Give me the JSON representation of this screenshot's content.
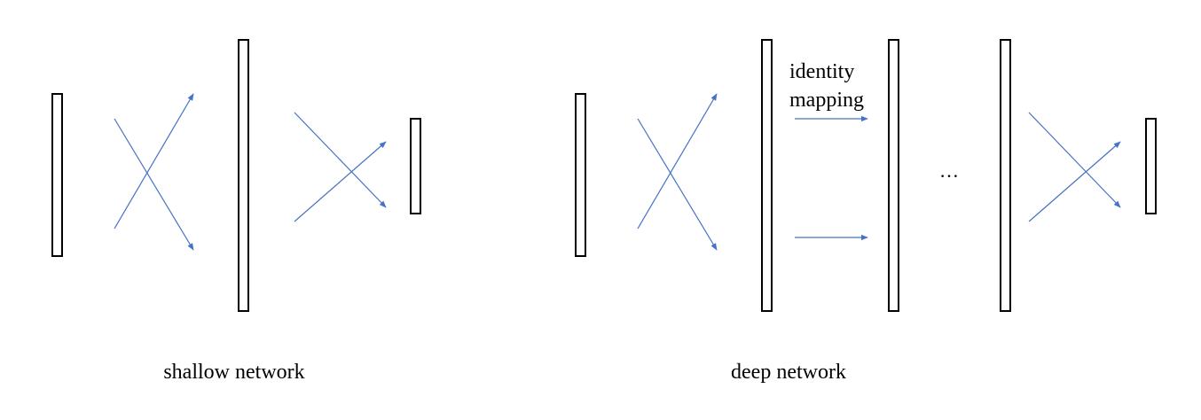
{
  "colors": {
    "arrow": "#4472c4",
    "layer_stroke": "#000000",
    "background": "#ffffff"
  },
  "shallow": {
    "caption": "shallow network"
  },
  "deep": {
    "caption": "deep network",
    "identity_label_line1": "identity",
    "identity_label_line2": "mapping",
    "ellipsis": "…"
  }
}
